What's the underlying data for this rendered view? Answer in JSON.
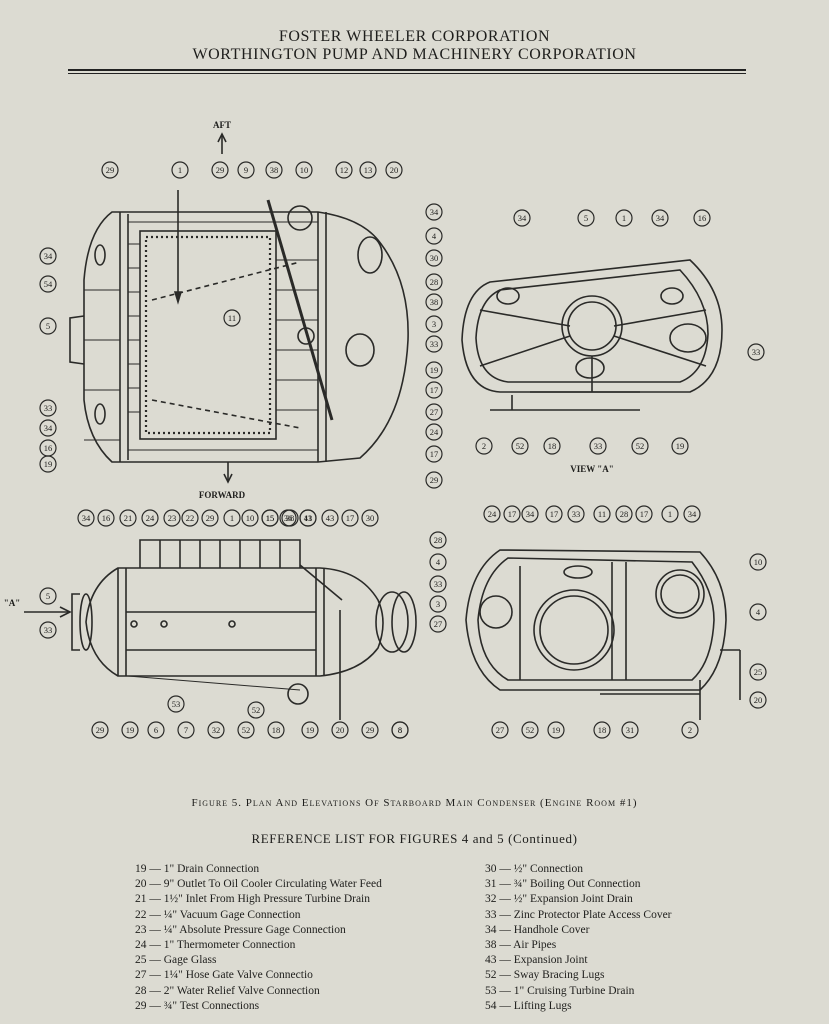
{
  "header": {
    "line1": "FOSTER WHEELER CORPORATION",
    "line2": "WORTHINGTON PUMP AND MACHINERY CORPORATION"
  },
  "plan": {
    "aft": "AFT",
    "forward": "FORWARD",
    "callouts": [
      "29",
      "1",
      "29",
      "9",
      "38",
      "10",
      "12",
      "13",
      "20",
      "34",
      "4",
      "30",
      "28",
      "38",
      "3",
      "33",
      "19",
      "17",
      "27",
      "24",
      "17",
      "29",
      "34",
      "54",
      "5",
      "33",
      "34",
      "16",
      "19",
      "11",
      "15",
      "36",
      "43"
    ]
  },
  "view_a": {
    "label": "VIEW \"A\"",
    "callouts": [
      "34",
      "5",
      "1",
      "34",
      "16",
      "33",
      "2",
      "52",
      "18",
      "33",
      "52",
      "19"
    ]
  },
  "side_elev": {
    "arrow_label": "\"A\"",
    "callouts": [
      "34",
      "16",
      "21",
      "24",
      "23",
      "22",
      "29",
      "1",
      "10",
      "15",
      "38",
      "11",
      "43",
      "17",
      "30",
      "28",
      "4",
      "33",
      "3",
      "27",
      "5",
      "33",
      "29",
      "19",
      "6",
      "7",
      "32",
      "52",
      "53",
      "52",
      "8",
      "18",
      "19",
      "20",
      "29",
      "8"
    ]
  },
  "end_elev": {
    "callouts": [
      "24",
      "17",
      "34",
      "17",
      "33",
      "11",
      "28",
      "17",
      "1",
      "34",
      "10",
      "4",
      "25",
      "20",
      "27",
      "52",
      "19",
      "18",
      "31",
      "2"
    ]
  },
  "caption": "Figure 5. Plan And Elevations Of Starboard Main Condenser (Engine Room #1)",
  "ref_title": "REFERENCE LIST FOR FIGURES 4 and 5 (Continued)",
  "refs_left": [
    "19 — 1\" Drain Connection",
    "20 — 9\" Outlet To Oil Cooler Circulating Water Feed",
    "21 — 1½\" Inlet From High Pressure Turbine Drain",
    "22 — ¼\" Vacuum Gage Connection",
    "23 — ¼\" Absolute Pressure Gage Connection",
    "24 — 1\" Thermometer Connection",
    "25 — Gage Glass",
    "27 — 1¼\" Hose Gate Valve Connectio",
    "28 — 2\" Water Relief Valve Connection",
    "29 — ¾\" Test Connections"
  ],
  "refs_right": [
    "30 — ½\" Connection",
    "31 — ¾\" Boiling Out Connection",
    "32 — ½\" Expansion Joint Drain",
    "33 — Zinc Protector Plate Access Cover",
    "34 — Handhole Cover",
    "38 — Air Pipes",
    "43 — Expansion Joint",
    "52 — Sway Bracing Lugs",
    "53 — 1\" Cruising Turbine Drain",
    "54 — Lifting Lugs"
  ]
}
